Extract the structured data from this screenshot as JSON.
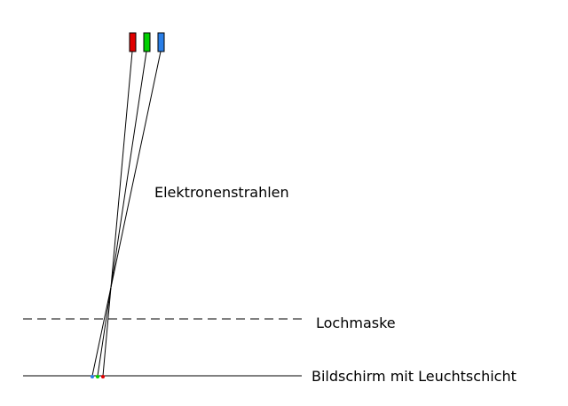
{
  "labels": {
    "beams": "Elektronenstrahlen",
    "mask": "Lochmaske",
    "screen": "Bildschirm mit Leuchtschicht"
  },
  "guns": [
    {
      "name": "electron-gun-red",
      "color": "#e00000"
    },
    {
      "name": "electron-gun-green",
      "color": "#00d000"
    },
    {
      "name": "electron-gun-blue",
      "color": "#2a7fe8"
    }
  ],
  "phosphor_dots": [
    {
      "name": "phosphor-dot-blue",
      "color": "#2a7fe8"
    },
    {
      "name": "phosphor-dot-green",
      "color": "#00d000"
    },
    {
      "name": "phosphor-dot-red",
      "color": "#e00000"
    }
  ],
  "colors": {
    "lines": "#000000",
    "background": "#ffffff"
  }
}
